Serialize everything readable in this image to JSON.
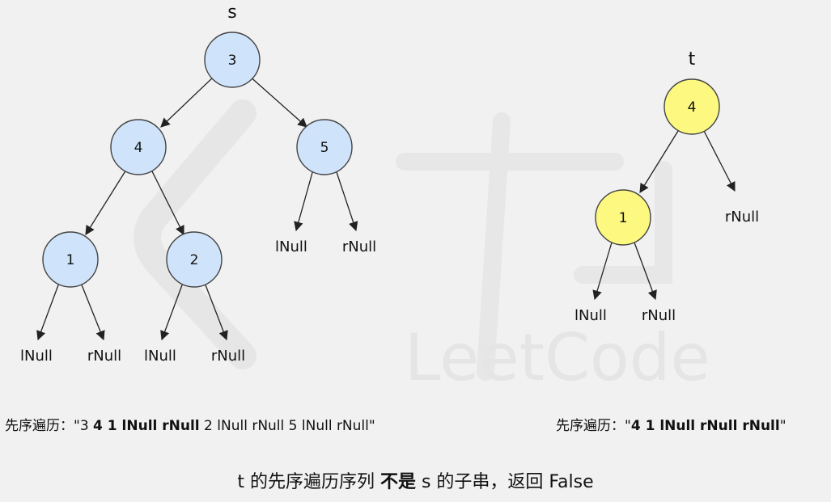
{
  "tree_s": {
    "title": "s",
    "nodes": [
      {
        "id": "s3",
        "label": "3",
        "color": "#cfe4fb"
      },
      {
        "id": "s4",
        "label": "4",
        "color": "#cfe4fb"
      },
      {
        "id": "s5",
        "label": "5",
        "color": "#cfe4fb"
      },
      {
        "id": "s1",
        "label": "1",
        "color": "#cfe4fb"
      },
      {
        "id": "s2",
        "label": "2",
        "color": "#cfe4fb"
      }
    ],
    "null_leaves": [
      "lNull",
      "rNull",
      "lNull",
      "rNull",
      "lNull",
      "rNull"
    ],
    "null_leaves_of_5": [
      "lNull",
      "rNull"
    ]
  },
  "tree_t": {
    "title": "t",
    "nodes": [
      {
        "id": "t4",
        "label": "4",
        "color": "#fdf980"
      },
      {
        "id": "t1",
        "label": "1",
        "color": "#fdf980"
      }
    ],
    "null_leaves": [
      "lNull",
      "rNull",
      "rNull"
    ]
  },
  "captions": {
    "s_prefix": "先序遍历：",
    "s_quote_open": "\"3 ",
    "s_bold": "4 1 lNull rNull",
    "s_rest": " 2 lNull rNull 5 lNull rNull\"",
    "t_prefix": "先序遍历：",
    "t_quote_open": "\"",
    "t_bold": "4 1 lNull rNull rNull",
    "t_quote_close": "\""
  },
  "conclusion": {
    "part1": "t 的先序遍历序列 ",
    "bold": "不是",
    "part2": " s 的子串，返回 False"
  },
  "colors": {
    "node_blue": "#cfe4fb",
    "node_yellow": "#fdf980",
    "background": "#f1f1f1"
  }
}
